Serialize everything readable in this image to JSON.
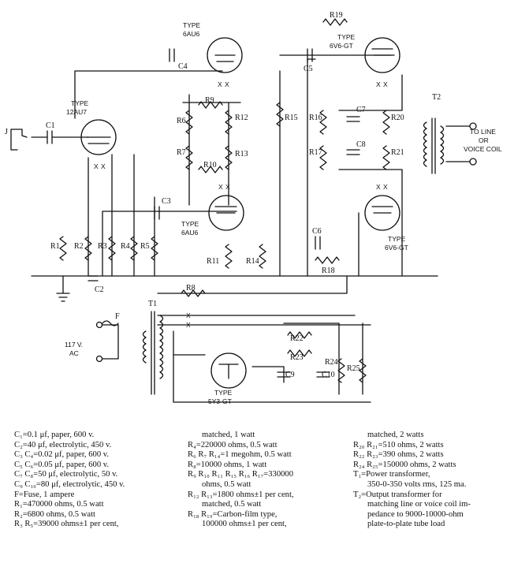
{
  "tubes": [
    {
      "type_label": "TYPE",
      "model": "12AU7"
    },
    {
      "type_label": "TYPE",
      "model": "6AU6"
    },
    {
      "type_label": "TYPE",
      "model": "6AU6"
    },
    {
      "type_label": "TYPE",
      "model": "6V6-GT"
    },
    {
      "type_label": "TYPE",
      "model": "6V6-GT"
    },
    {
      "type_label": "TYPE",
      "model": "5Y3-GT"
    }
  ],
  "component_labels": {
    "J": "J",
    "C1": "C1",
    "C2": "C2",
    "C3": "C3",
    "C4": "C4",
    "C5": "C5",
    "C6": "C6",
    "C7": "C7",
    "C8": "C8",
    "C9": "C9",
    "C10": "C10",
    "R1": "R1",
    "R2": "R2",
    "R3": "R3",
    "R4": "R4",
    "R5": "R5",
    "R6": "R6",
    "R7": "R7",
    "R8": "R8",
    "R9": "R9",
    "R10": "R10",
    "R11": "R11",
    "R12": "R12",
    "R13": "R13",
    "R14": "R14",
    "R15": "R15",
    "R16": "R16",
    "R17": "R17",
    "R18": "R18",
    "R19": "R19",
    "R20": "R20",
    "R21": "R21",
    "R22": "R22",
    "R23": "R23",
    "R24": "R24",
    "R25": "R25",
    "T1": "T1",
    "T2": "T2",
    "F": "F",
    "heater_mark": "X"
  },
  "output_label": [
    "TO LINE",
    "OR",
    "VOICE COIL"
  ],
  "input_label": [
    "117 V.",
    "AC"
  ],
  "legend": {
    "col1": [
      "C₁=0.1 μf, paper, 600 v.",
      "C₂=40 μf, electrolytic, 450 v.",
      "C₃ C₄=0.02 μf, paper, 600 v.",
      "C₅ C₆=0.05 μf, paper, 600 v.",
      "C₇ C₈=50 μf, electrolytic, 50 v.",
      "C₉ C₁₀=80 μf, electrolytic, 450 v.",
      "F=Fuse, 1 ampere",
      "R₁=470000 ohms, 0.5 watt",
      "R₂=6800 ohms, 0.5 watt",
      "R₃ R₅=39000 ohms±1 per cent,"
    ],
    "col2": [
      "matched, 1 watt",
      "R₄=220000 ohms, 0.5 watt",
      "R₆ R₇ R₁₄=1 megohm, 0.5 watt",
      "R₈=10000 ohms, 1 watt",
      "R₉ R₁₀ R₁₁ R₁₅ R₁₆ R₁₇=330000",
      "ohms, 0.5 watt",
      "R₁₂ R₁₃=1800 ohms±1 per cent,",
      "matched, 0.5 watt",
      "R₁₈ R₁₉=Carbon-film type,",
      "100000 ohms±1 per cent,"
    ],
    "col3": [
      "matched, 2 watts",
      "R₂₀ R₂₁=510 ohms, 2 watts",
      "R₂₂ R₂₃=390 ohms, 2 watts",
      "R₂₄ R₂₅=150000 ohms, 2 watts",
      "T₁=Power transformer,",
      "350-0-350 volts rms, 125 ma.",
      "T₂=Output transformer for",
      "matching line or voice coil im-",
      "pedance to 9000-10000-ohm",
      "plate-to-plate tube load"
    ]
  }
}
